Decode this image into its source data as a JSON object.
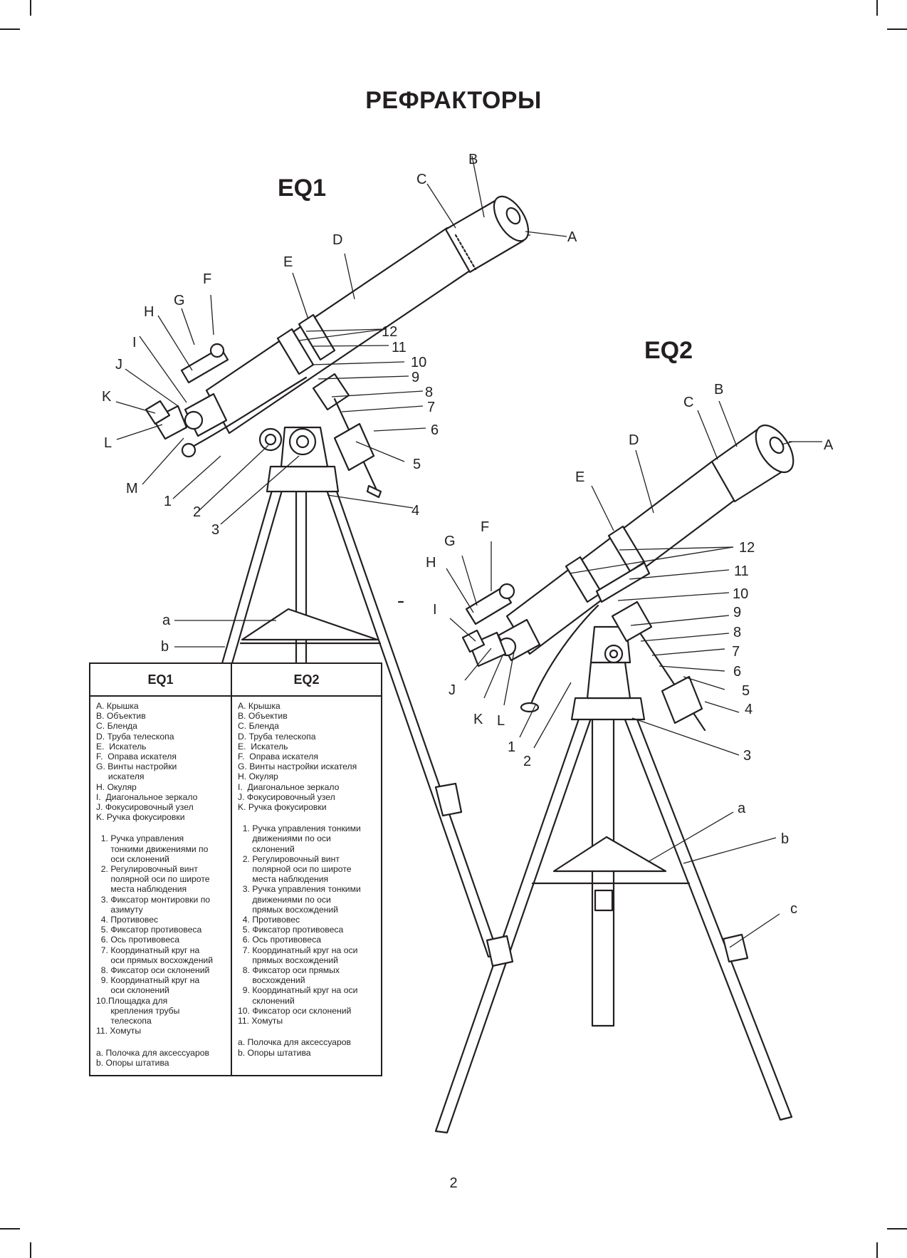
{
  "page": {
    "title": "РЕФРАКТОРЫ",
    "number": "2"
  },
  "models": {
    "eq1": "EQ1",
    "eq2": "EQ2"
  },
  "eq1_callouts": {
    "letters": [
      "A",
      "B",
      "C",
      "D",
      "E",
      "F",
      "G",
      "H",
      "I",
      "J",
      "K",
      "L",
      "M"
    ],
    "numbers": [
      "1",
      "2",
      "3",
      "4",
      "5",
      "6",
      "7",
      "8",
      "9",
      "10",
      "11",
      "12"
    ],
    "tripod": [
      "a",
      "b"
    ]
  },
  "eq2_callouts": {
    "letters": [
      "A",
      "B",
      "C",
      "D",
      "E",
      "F",
      "G",
      "H",
      "I",
      "J",
      "K",
      "L"
    ],
    "numbers": [
      "1",
      "2",
      "3",
      "4",
      "5",
      "6",
      "7",
      "8",
      "9",
      "10",
      "11",
      "12"
    ],
    "tripod": [
      "a",
      "b",
      "c"
    ]
  },
  "legend": {
    "eq1": {
      "header": "EQ1",
      "letters": [
        "A. Крышка",
        "B. Объектив",
        "C. Бленда",
        "D. Труба телескопа",
        "E.  Искатель",
        "F.  Оправа искателя",
        "G. Винты настройки",
        "     искателя",
        "H. Окуляр",
        "I.  Диагональное зеркало",
        "J. Фокусировочный узел",
        "K. Ручка фокусировки"
      ],
      "numbers": [
        "  1. Ручка управления",
        "      тонкими движениями по",
        "      оси склонений",
        "  2. Регулировочный винт",
        "      полярной оси по широте",
        "      места наблюдения",
        "  3. Фиксатор монтировки по",
        "      азимуту",
        "  4. Противовес",
        "  5. Фиксатор противовеса",
        "  6. Ось противовеса",
        "  7. Координатный круг на",
        "      оси прямых восхождений",
        "  8. Фиксатор оси склонений",
        "  9. Координатный круг на",
        "      оси склонений",
        "10.Площадка для",
        "      крепления трубы",
        "      телескопа",
        "11. Хомуты"
      ],
      "tripod": [
        "a. Полочка для аксессуаров",
        "b. Опоры штатива"
      ]
    },
    "eq2": {
      "header": "EQ2",
      "letters": [
        "A. Крышка",
        "B. Объектив",
        "C. Бленда",
        "D. Труба телескопа",
        "E.  Искатель",
        "F.  Оправа искателя",
        "G. Винты настройки искателя",
        "H. Окуляр",
        "I.  Диагональное зеркало",
        "J. Фокусировочный узел",
        "K. Ручка фокусировки"
      ],
      "numbers": [
        "  1. Ручка управления тонкими",
        "      движениями по оси",
        "      склонений",
        "  2. Регулировочный винт",
        "      полярной оси по широте",
        "      места наблюдения",
        "  3. Ручка управления тонкими",
        "      движениями по оси",
        "      прямых восхождений",
        "  4. Противовес",
        "  5. Фиксатор противовеса",
        "  6. Ось противовеса",
        "  7. Координатный круг на оси",
        "      прямых восхождений",
        "  8. Фиксатор оси прямых",
        "      восхождений",
        "  9. Координатный круг на оси",
        "      склонений",
        "10. Фиксатор оси склонений",
        "11. Хомуты"
      ],
      "tripod": [
        "a. Полочка для аксессуаров",
        "b. Опоры штатива"
      ]
    }
  }
}
